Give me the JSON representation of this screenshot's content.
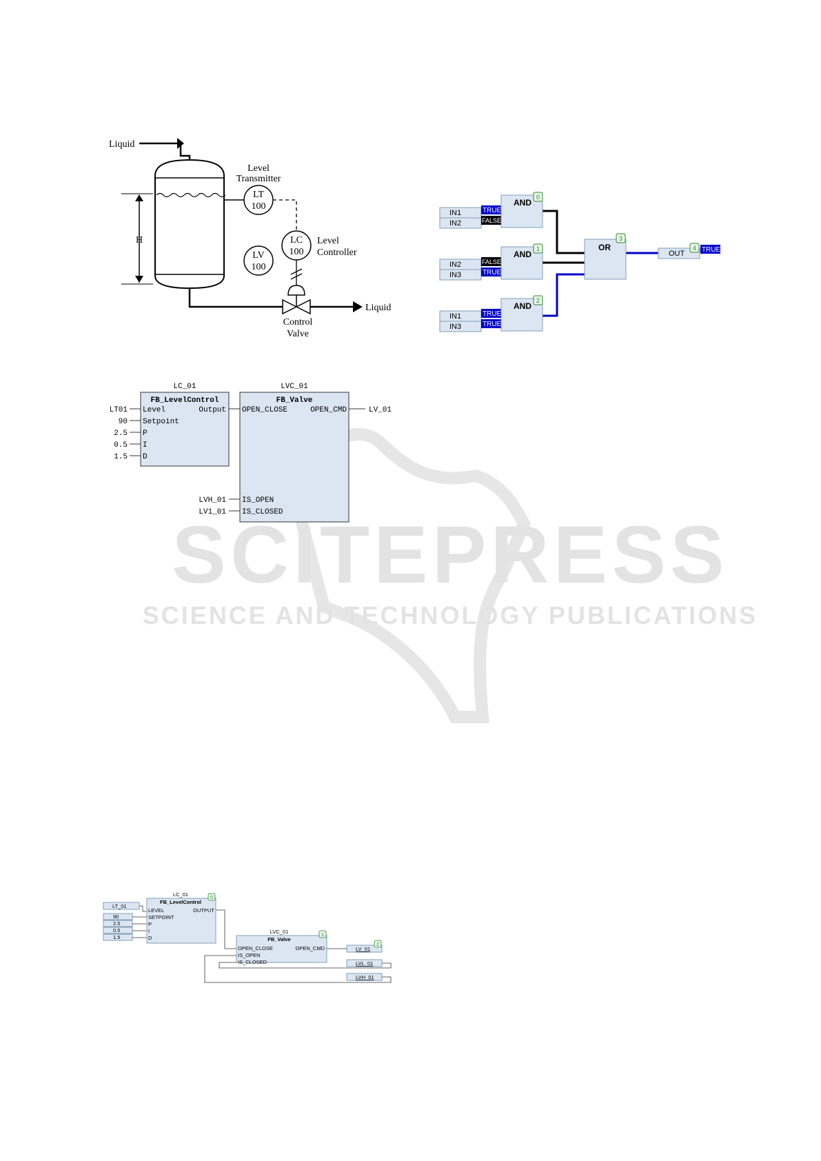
{
  "watermark": {
    "brand": "SCITEPRESS",
    "tagline": "SCIENCE AND TECHNOLOGY PUBLICATIONS"
  },
  "pid": {
    "liquid_in": "Liquid",
    "liquid_out": "Liquid",
    "level_transmitter": [
      "Level",
      "Transmitter"
    ],
    "lt_tag": [
      "LT",
      "100"
    ],
    "level_controller": [
      "Level",
      "Controller"
    ],
    "lc_tag": [
      "LC",
      "100"
    ],
    "lv_tag": [
      "LV",
      "100"
    ],
    "control_valve": [
      "Control",
      "Valve"
    ],
    "height": "H"
  },
  "logic": {
    "gate_and": "AND",
    "gate_or": "OR",
    "and0": {
      "inputs": [
        "IN1",
        "IN2"
      ],
      "values": [
        "TRUE",
        "FALSE"
      ],
      "number": "0"
    },
    "and1": {
      "inputs": [
        "IN2",
        "IN3"
      ],
      "values": [
        "FALSE",
        "TRUE"
      ],
      "number": "1"
    },
    "and2": {
      "inputs": [
        "IN1",
        "IN3"
      ],
      "values": [
        "TRUE",
        "TRUE"
      ],
      "number": "2"
    },
    "or_number": "3",
    "out": {
      "label": "OUT",
      "number": "4",
      "value": "TRUE"
    },
    "colors": {
      "true": "#0000cc",
      "false": "#000000",
      "box_fill": "#dce6f2",
      "box_border": "#7f9db9",
      "badge": "#2e8b2e"
    }
  },
  "fbd": {
    "lc_instance": "LC_01",
    "lc_type": "FB_LevelControl",
    "lc_inputs": [
      "Level",
      "Setpoint",
      "P",
      "I",
      "D"
    ],
    "lc_input_values": [
      "LT01",
      "90",
      "2.5",
      "0.5",
      "1.5"
    ],
    "lc_output": "Output",
    "lvc_instance": "LVC_01",
    "lvc_type": "FB_Valve",
    "lvc_input_top": "OPEN_CLOSE",
    "lvc_output": "OPEN_CMD",
    "lvc_output_value": "LV_01",
    "lvc_inputs_bottom": [
      "IS_OPEN",
      "IS_CLOSED"
    ],
    "lvc_inputs_bottom_values": [
      "LVH_01",
      "LV1_01"
    ]
  },
  "codesys": {
    "lt_var": "LT_01",
    "lc_instance": "LC_01",
    "lc_type": "FB_LevelControl",
    "lc_number": "0",
    "lc_inputs": [
      "LEVEL",
      "SETPOINT",
      "P",
      "I",
      "D"
    ],
    "lc_input_values": [
      "90",
      "2.5",
      "0.5",
      "1.5"
    ],
    "lc_output": "OUTPUT",
    "lvc_instance": "LVC_01",
    "lvc_type": "FB_Valve",
    "lvc_number": "1",
    "lvc_inputs": [
      "OPEN_CLOSE",
      "IS_OPEN",
      "IS_CLOSED"
    ],
    "lvc_output": "OPEN_CMD",
    "out_number": "2",
    "out_vars": [
      "LV_01",
      "LVL_01",
      "LVH_01"
    ]
  }
}
